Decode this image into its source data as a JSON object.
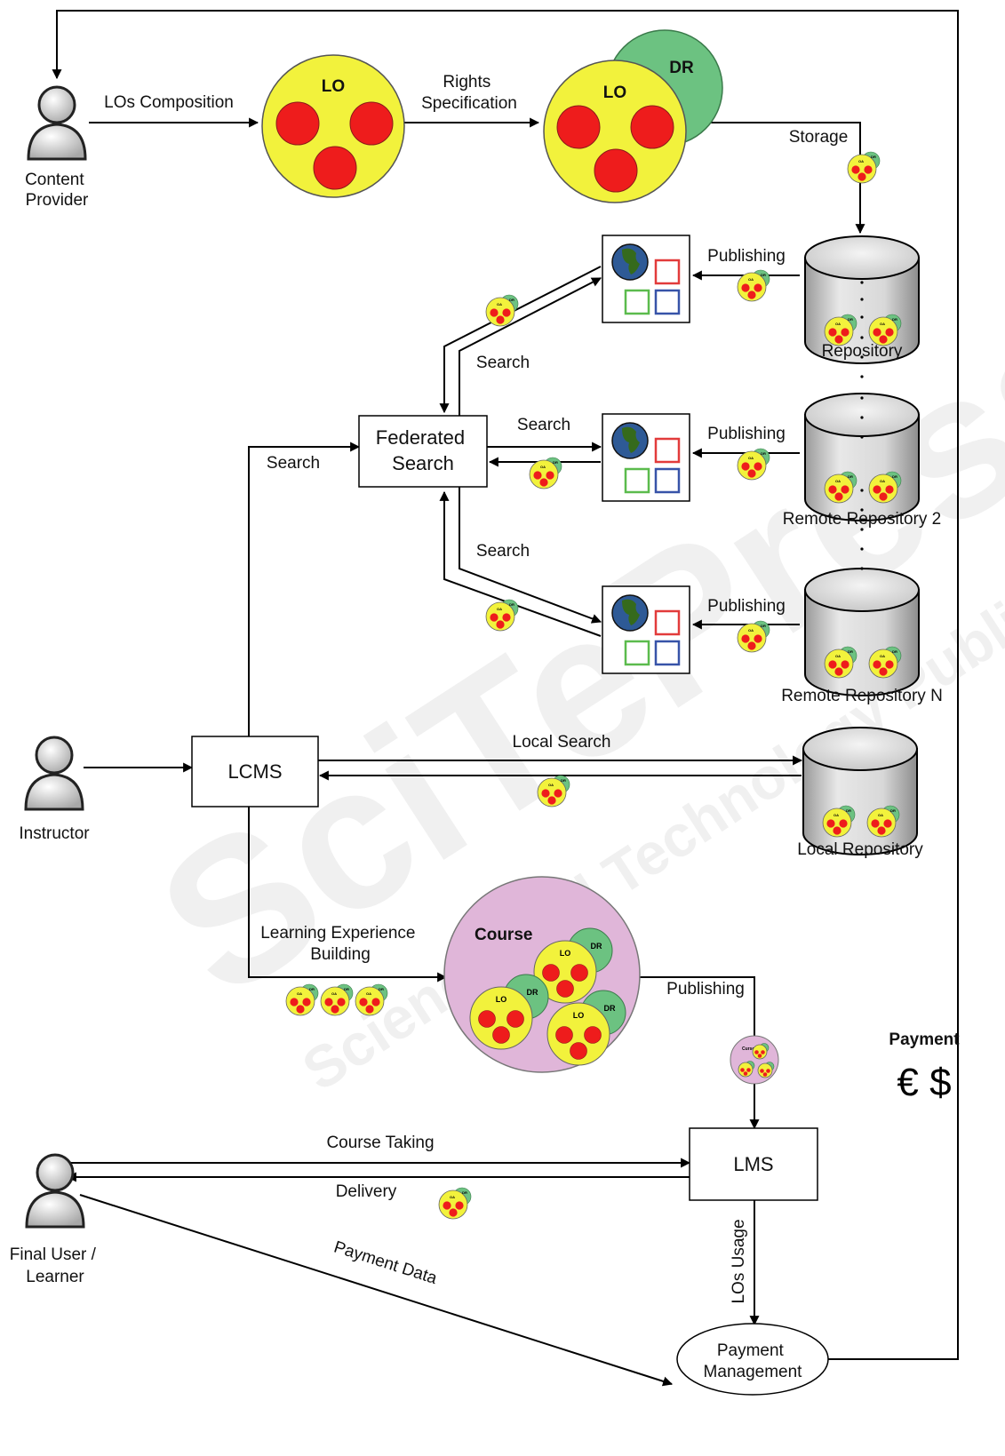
{
  "actors": {
    "content_provider": "Content\nProvider",
    "instructor": "Instructor",
    "learner": "Final User /\nLearner"
  },
  "objects": {
    "lo": "LO",
    "dr": "DR",
    "oa": "OA",
    "course": "Course",
    "curso": "Curso"
  },
  "boxes": {
    "federated_search": "Federated\nSearch",
    "lcms": "LCMS",
    "lms": "LMS",
    "payment_management": "Payment\nManagement"
  },
  "repositories": {
    "repository": "Repository",
    "remote_2": "Remote Repository 2",
    "remote_n": "Remote Repository N",
    "local": "Local Repository"
  },
  "edges": {
    "los_composition": "LOs Composition",
    "rights_specification": "Rights\nSpecification",
    "storage": "Storage",
    "publishing": "Publishing",
    "search": "Search",
    "local_search": "Local Search",
    "learning_experience_building": "Learning Experience\nBuilding",
    "course_taking": "Course Taking",
    "delivery": "Delivery",
    "los_usage": "LOs Usage",
    "payment_data": "Payment Data"
  },
  "payment": {
    "title": "Payment",
    "currencies": "€ $"
  },
  "watermark": {
    "main": "SciTePress",
    "sub": "Science and Technology Publications"
  },
  "colors": {
    "lo_fill": "#f2f23c",
    "lo_red": "#ee1c1c",
    "dr_green": "#6cc281",
    "course_fill": "#e0b6d9",
    "earth_blue": "#2e5a96",
    "earth_green": "#356a1c",
    "square_red": "#e23b3b",
    "square_green": "#5bbb4d",
    "square_blue": "#3753a8"
  }
}
